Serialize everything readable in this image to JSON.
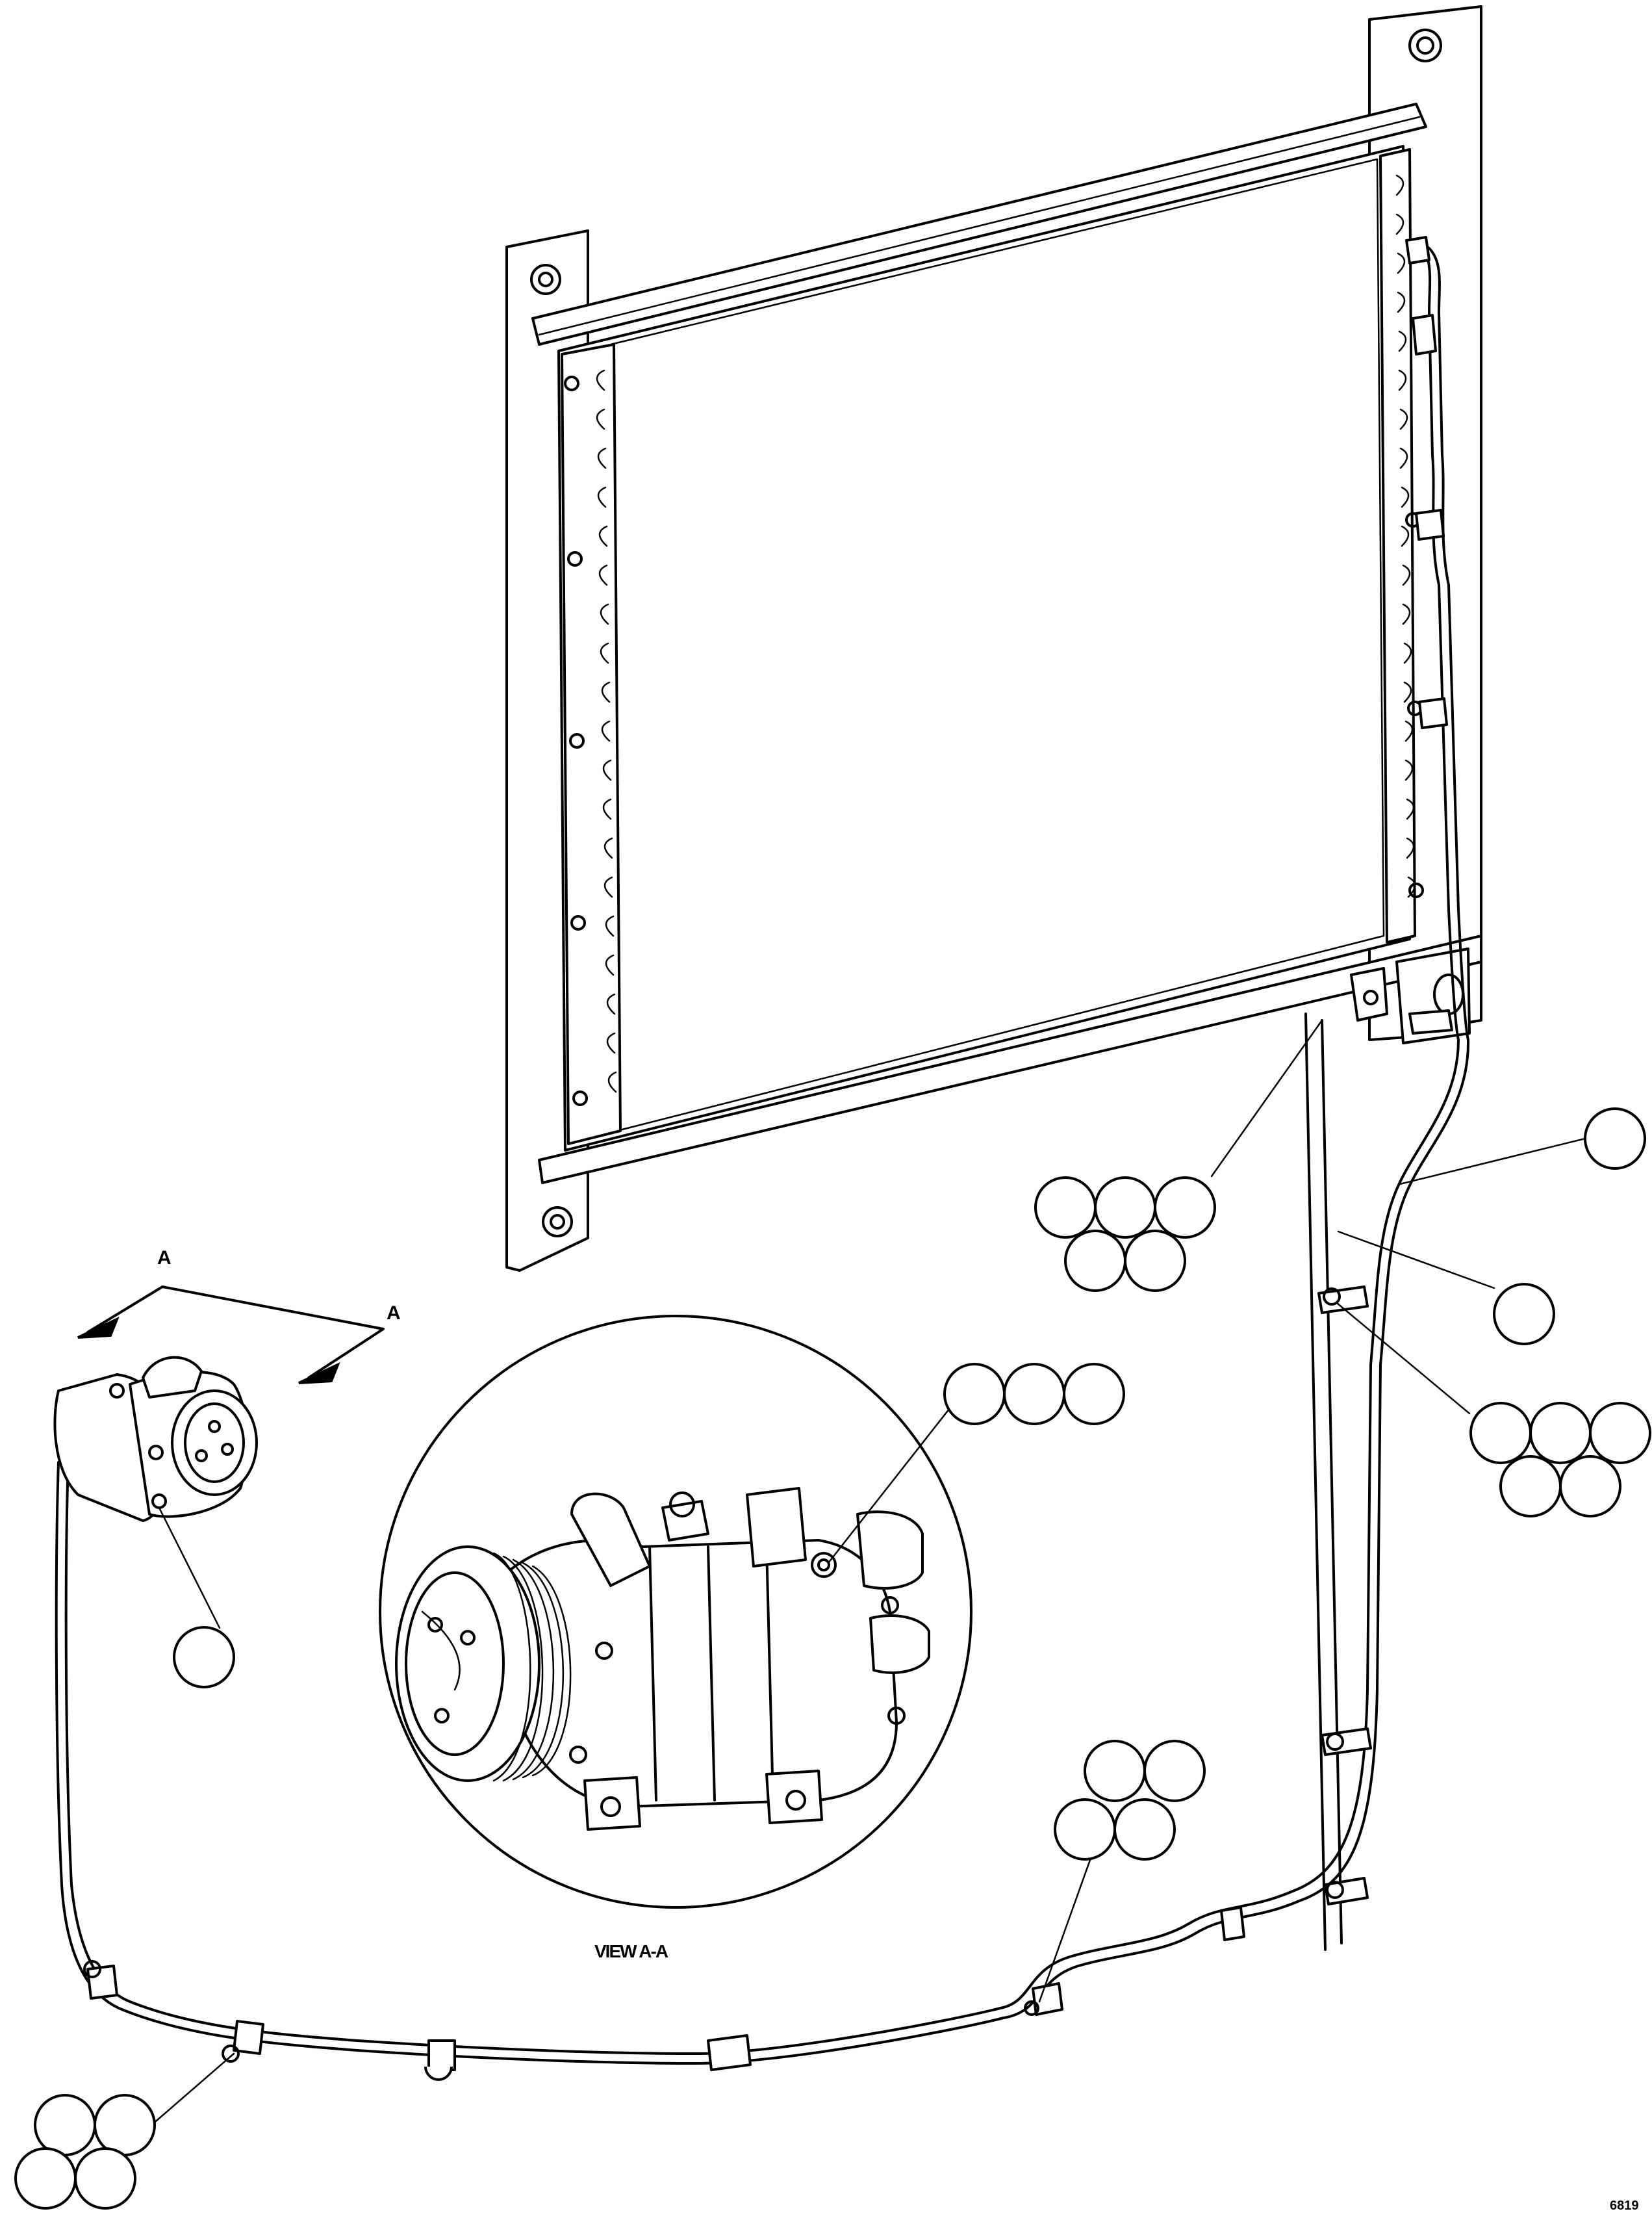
{
  "diagram": {
    "view_label": "VIEW A-A",
    "section_labels": [
      "A",
      "A"
    ],
    "drawing_code": "6819"
  }
}
